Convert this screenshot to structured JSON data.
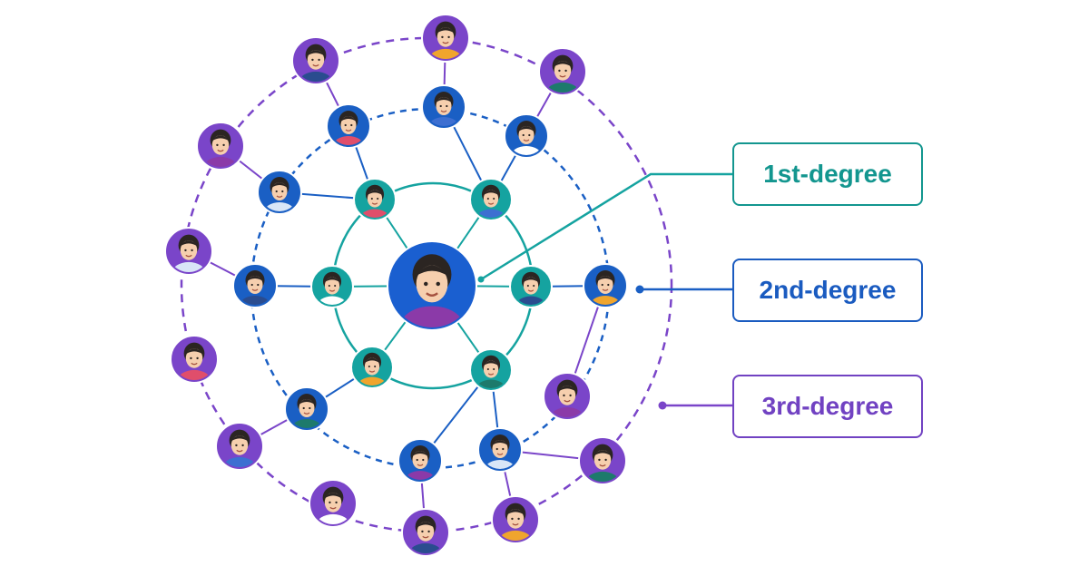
{
  "colors": {
    "center": "#1a5fd0",
    "first": "#15a3a0",
    "second": "#1a5fc4",
    "third": "#7a45c9",
    "skin": "#f6cfae",
    "hair": "#2b2522"
  },
  "legend": {
    "first": {
      "label": "1st-degree",
      "color": "#13968f"
    },
    "second": {
      "label": "2nd-degree",
      "color": "#1a5bc0"
    },
    "third": {
      "label": "3rd-degree",
      "color": "#7142c2"
    }
  },
  "nodes": {
    "center": "user-center-avatar",
    "first_degree": [
      "person-1a",
      "person-1b",
      "person-1c",
      "person-1d",
      "person-1e",
      "person-1f"
    ],
    "second_degree": [
      "person-2a",
      "person-2b",
      "person-2c",
      "person-2d",
      "person-2e",
      "person-2f",
      "person-2g",
      "person-2h",
      "person-2i"
    ],
    "third_degree": [
      "person-3a",
      "person-3b",
      "person-3c",
      "person-3d",
      "person-3e",
      "person-3f",
      "person-3g",
      "person-3h",
      "person-3i",
      "person-3j",
      "person-3k",
      "person-3l"
    ]
  }
}
